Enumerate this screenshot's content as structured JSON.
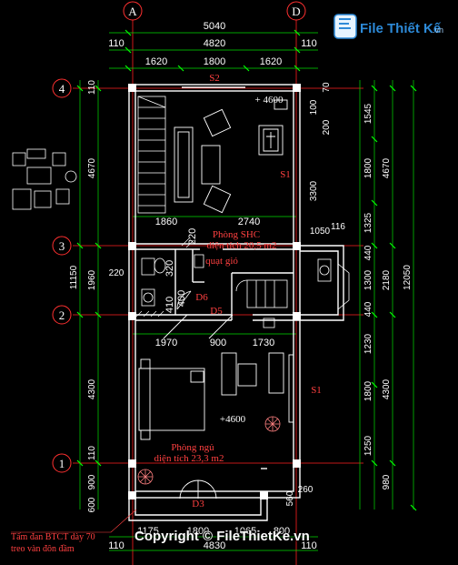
{
  "logo": {
    "text": "File Thiết Kế",
    "suffix": ".vn"
  },
  "grid_axes": {
    "columns": [
      "A",
      "D"
    ],
    "rows": [
      "4",
      "3",
      "2",
      "1"
    ]
  },
  "top_dims": {
    "overall": "5040",
    "inner": "4820",
    "left_offset": "110",
    "right_offset": "110",
    "seg_left": "1620",
    "seg_mid": "1800",
    "seg_right": "1620"
  },
  "left_dims": [
    "110",
    "4670",
    "11150",
    "1960",
    "220",
    "4300",
    "110",
    "900",
    "600"
  ],
  "right_dims_inner": [
    "70",
    "100",
    "200",
    "1545",
    "1800",
    "3300",
    "1325",
    "1050",
    "440",
    "1300",
    "440",
    "1230",
    "1800",
    "1250",
    "260",
    "560",
    "116"
  ],
  "right_dims_outer": [
    "4670",
    "2180",
    "12050",
    "4300",
    "980"
  ],
  "inner_dims": [
    "1860",
    "2740",
    "1970",
    "900",
    "1730",
    "220",
    "320",
    "410",
    "400"
  ],
  "bottom_dims": [
    "1175",
    "1800",
    "1065",
    "800",
    "110",
    "4830",
    "110"
  ],
  "labels": {
    "window_s2": "S2",
    "level_top": "+ 4600",
    "level_bottom": "+4600",
    "room_shc_name": "Phòng SHC",
    "room_shc_area": "diện tích 20,5 m2",
    "fan": "quạt gió",
    "door_d6": "D6",
    "door_d5": "D5",
    "window_s1_top": "S1",
    "window_s1_bottom": "S1",
    "room_bed_name": "Phòng ngủ",
    "room_bed_area": "diện tích 23,3 m2",
    "door_d3": "D3",
    "note_line1": "Tấm đan BTCT dày 70",
    "note_line2": "treo vàn đôn đầm"
  },
  "copyright": "Copyright © FileThietKe.vn",
  "colors": {
    "background": "#000000",
    "grid": "#ff2020",
    "walls": "#ffffff",
    "dims": "#00ff00",
    "text": "#ff4040",
    "furniture": "#ffffff"
  }
}
